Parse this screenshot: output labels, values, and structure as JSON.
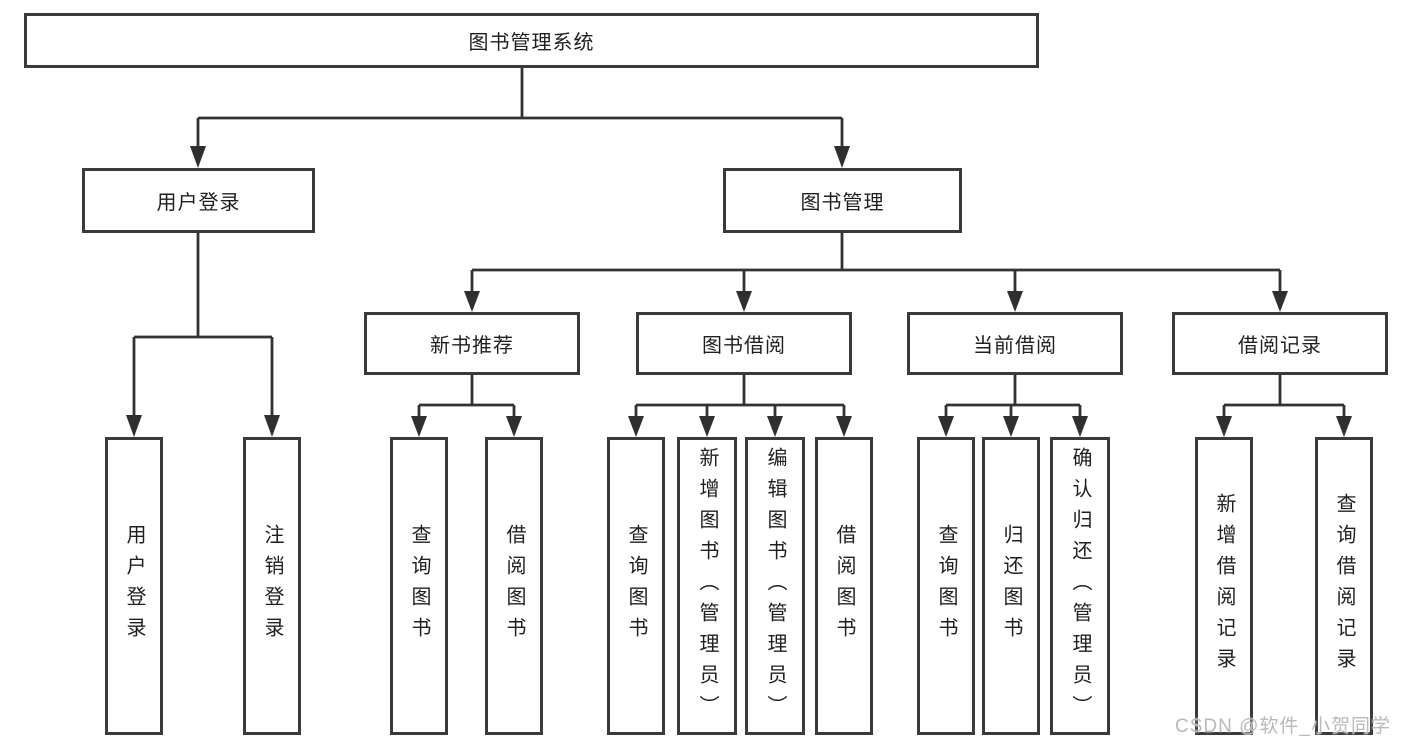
{
  "nodes": {
    "root": "图书管理系统",
    "user_login": "用户登录",
    "book_management": "图书管理",
    "new_book_rec": "新书推荐",
    "book_borrow": "图书借阅",
    "current_borrow": "当前借阅",
    "borrow_records": "借阅记录",
    "leaf_user_login": "用户登录",
    "leaf_logout": "注销登录",
    "leaf_nb_query": "查询图书",
    "leaf_nb_borrow": "借阅图书",
    "leaf_bb_query": "查询图书",
    "leaf_bb_add": "新增图书（管理员）",
    "leaf_bb_edit": "编辑图书（管理员）",
    "leaf_bb_borrow": "借阅图书",
    "leaf_cb_query": "查询图书",
    "leaf_cb_return": "归还图书",
    "leaf_cb_confirm": "确认归还（管理员）",
    "leaf_br_add": "新增借阅记录",
    "leaf_br_query": "查询借阅记录"
  },
  "colors": {
    "line": "#333333",
    "box_border": "#3a3a3a",
    "text": "#1f1f1f",
    "watermark": "#b9b9b9",
    "background": "#ffffff"
  },
  "watermark": "CSDN @软件_小贺同学"
}
